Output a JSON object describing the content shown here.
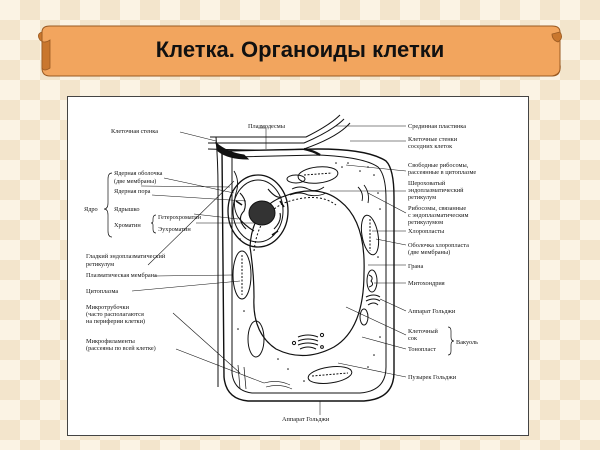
{
  "slide": {
    "title": "Клетка. Органоиды клетки",
    "colors": {
      "scroll": "#f2a55e",
      "scroll_shadow": "#c9772e",
      "ink": "#111111"
    }
  },
  "labels": {
    "left": {
      "cell_wall": "Клеточная стенка",
      "nuclear_envelope": "Ядерная оболочка",
      "nuclear_envelope_sub": "(две мембраны)",
      "nuclear_pore": "Ядерная пора",
      "nucleus": "Ядро",
      "nucleolus": "Ядрышко",
      "chromatin": "Хроматин",
      "heterochromatin": "Гетерохроматин",
      "euchromatin": "Эухроматин",
      "smooth_er_1": "Гладкий эндоплазматический",
      "smooth_er_2": "ретикулум",
      "plasma_membrane": "Плазматическая мембрана",
      "cytoplasm": "Цитоплазма",
      "microtubules_1": "Микротрубочки",
      "microtubules_2": "(часто располагаются",
      "microtubules_3": "на периферии клетки)",
      "microfilaments_1": "Микрофиламенты",
      "microfilaments_2": "(рассеяны по всей клетке)"
    },
    "top": {
      "plasmodesmata": "Плазмодесмы"
    },
    "bottom": {
      "golgi": "Аппарат Гольджи"
    },
    "right": {
      "middle_lamella": "Срединная пластинка",
      "adjacent_walls_1": "Клеточные стенки",
      "adjacent_walls_2": "соседних клеток",
      "free_ribosomes_1": "Свободные рибосомы,",
      "free_ribosomes_2": "рассеянные в цитоплазме",
      "rough_er_1": "Шероховатый",
      "rough_er_2": "эндоплазматический",
      "rough_er_3": "ретикулум",
      "bound_ribosomes_1": "Рибосомы, связанные",
      "bound_ribosomes_2": "с эндоплазматическим",
      "bound_ribosomes_3": "ретикулумом",
      "chloroplasts": "Хлоропласты",
      "chloroplast_envelope_1": "Оболочка хлоропласта",
      "chloroplast_envelope_2": "(две мембраны)",
      "grana": "Грана",
      "mitochondrion": "Митохондрия",
      "golgi": "Аппарат Гольджи",
      "cell_sap_1": "Клеточный",
      "cell_sap_2": "сок",
      "vacuole": "Вакуоль",
      "tonoplast": "Тонопласт",
      "golgi_vesicle": "Пузырек Гольджи"
    }
  }
}
